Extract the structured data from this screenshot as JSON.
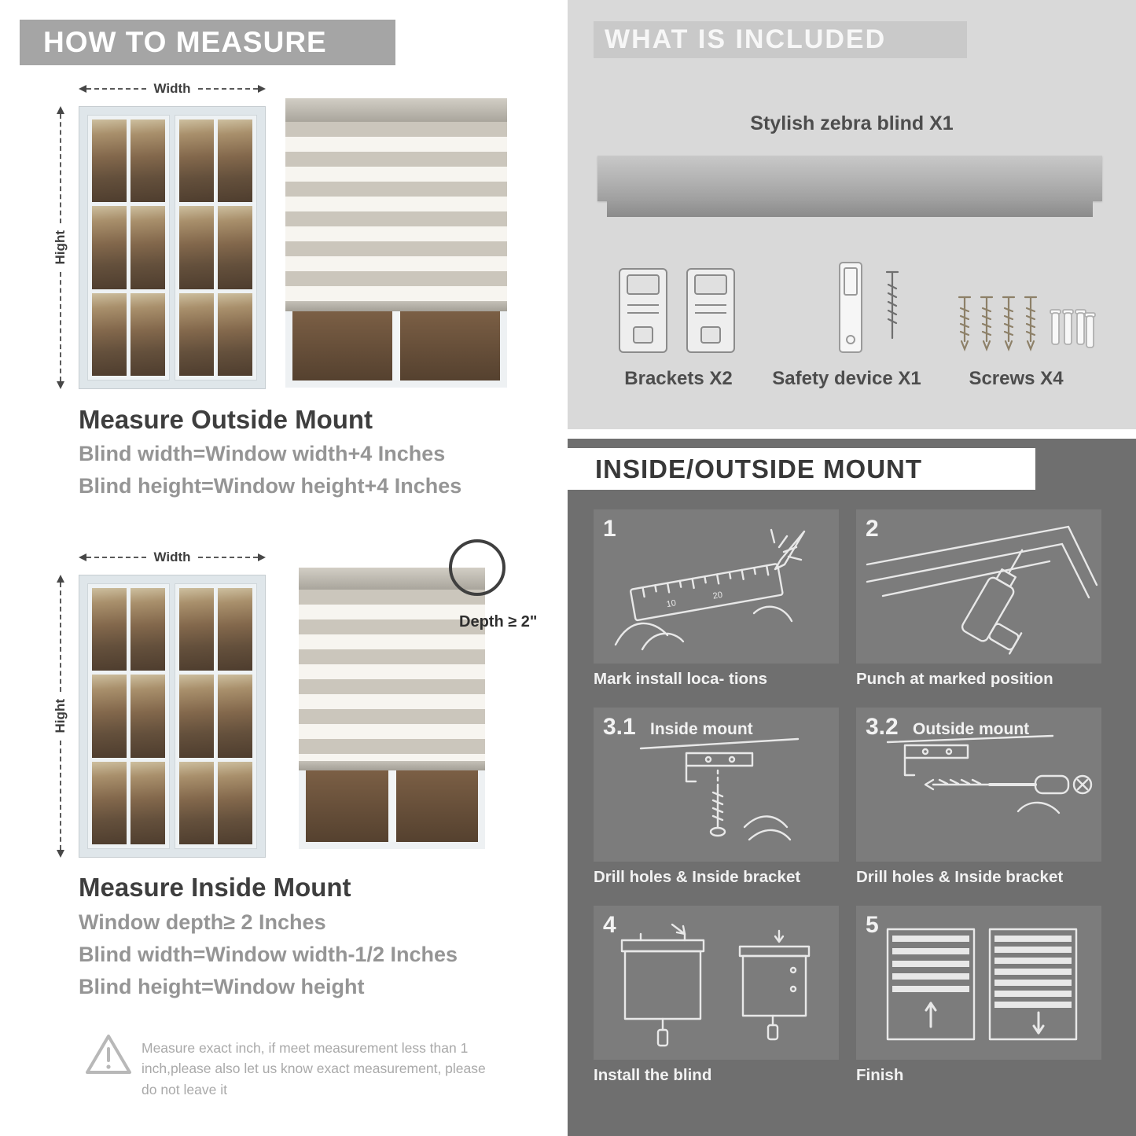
{
  "colors": {
    "left_banner_bg": "#a5a5a5",
    "heading": "#3e3e3e",
    "formula_text": "#959595",
    "included_panel_bg": "#d9d9d9",
    "mount_panel_bg": "#6f6f6f",
    "step_box_bg": "#7c7c7c"
  },
  "left": {
    "header": "HOW TO MEASURE",
    "outside": {
      "width_label": "Width",
      "height_label": "Hight",
      "title": "Measure Outside Mount",
      "formulas": [
        "Blind width=Window width+4 Inches",
        "Blind height=Window height+4 Inches"
      ]
    },
    "inside": {
      "width_label": "Width",
      "height_label": "Hight",
      "depth_label": "Depth ≥ 2\"",
      "title": "Measure Inside Mount",
      "formulas": [
        "Window depth≥ 2 Inches",
        "Blind width=Window width-1/2 Inches",
        "Blind height=Window height"
      ]
    },
    "warning_text": "Measure exact inch, if meet measurement less than 1 inch,please also let us know exact measurement, please do not leave it"
  },
  "included": {
    "header": "WHAT IS INCLUDED",
    "blind_label": "Stylish zebra blind X1",
    "items": [
      {
        "label": "Brackets X2",
        "icon": "brackets-icon"
      },
      {
        "label": "Safety device X1",
        "icon": "safety-device-icon"
      },
      {
        "label": "Screws X4",
        "icon": "screws-icon"
      }
    ]
  },
  "mount": {
    "header": "INSIDE/OUTSIDE MOUNT",
    "steps": [
      {
        "num": "1",
        "title": "",
        "caption": "Mark install loca- tions"
      },
      {
        "num": "2",
        "title": "",
        "caption": "Punch at  marked position"
      },
      {
        "num": "3.1",
        "title": "Inside mount",
        "caption": "Drill holes &  Inside bracket"
      },
      {
        "num": "3.2",
        "title": "Outside mount",
        "caption": "Drill holes &  Inside bracket"
      },
      {
        "num": "4",
        "title": "",
        "caption": "Install the blind"
      },
      {
        "num": "5",
        "title": "",
        "caption": "Finish"
      }
    ]
  }
}
